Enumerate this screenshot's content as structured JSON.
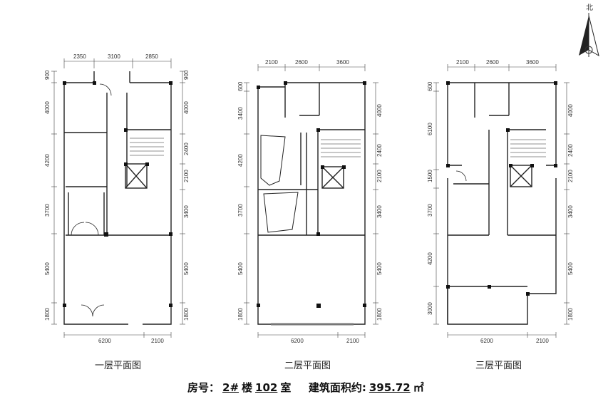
{
  "north_label": "北",
  "plans": [
    {
      "caption": "一层平面图",
      "top_dims": [
        "2350",
        "3100",
        "2850"
      ],
      "left_dims": [
        "900",
        "4000",
        "4200",
        "3700",
        "5400",
        "1800"
      ],
      "right_dims": [
        "900",
        "4000",
        "2400",
        "2100",
        "3400",
        "5400",
        "1800"
      ],
      "bottom_dims": [
        "6200",
        "2100"
      ]
    },
    {
      "caption": "二层平面图",
      "top_dims": [
        "2100",
        "2600",
        "3600"
      ],
      "left_dims": [
        "600",
        "3400",
        "4200",
        "3700",
        "5400",
        "1800"
      ],
      "right_dims": [
        "4000",
        "2400",
        "2100",
        "3400",
        "5400",
        "1800"
      ],
      "bottom_dims": [
        "6200",
        "2100"
      ]
    },
    {
      "caption": "三层平面图",
      "top_dims": [
        "2100",
        "2600",
        "3600"
      ],
      "left_dims": [
        "600",
        "6100",
        "1500",
        "3700",
        "4200",
        "3000"
      ],
      "right_dims": [
        "4000",
        "2400",
        "2100",
        "3400",
        "5400",
        "1800"
      ],
      "bottom_dims": [
        "6200",
        "2100"
      ]
    }
  ],
  "info": {
    "room_label": "房号：",
    "building": "2#",
    "building_suffix": "楼",
    "room": "102",
    "room_suffix": "室",
    "area_label": "建筑面积约:",
    "area": "395.72",
    "area_unit": "㎡"
  }
}
